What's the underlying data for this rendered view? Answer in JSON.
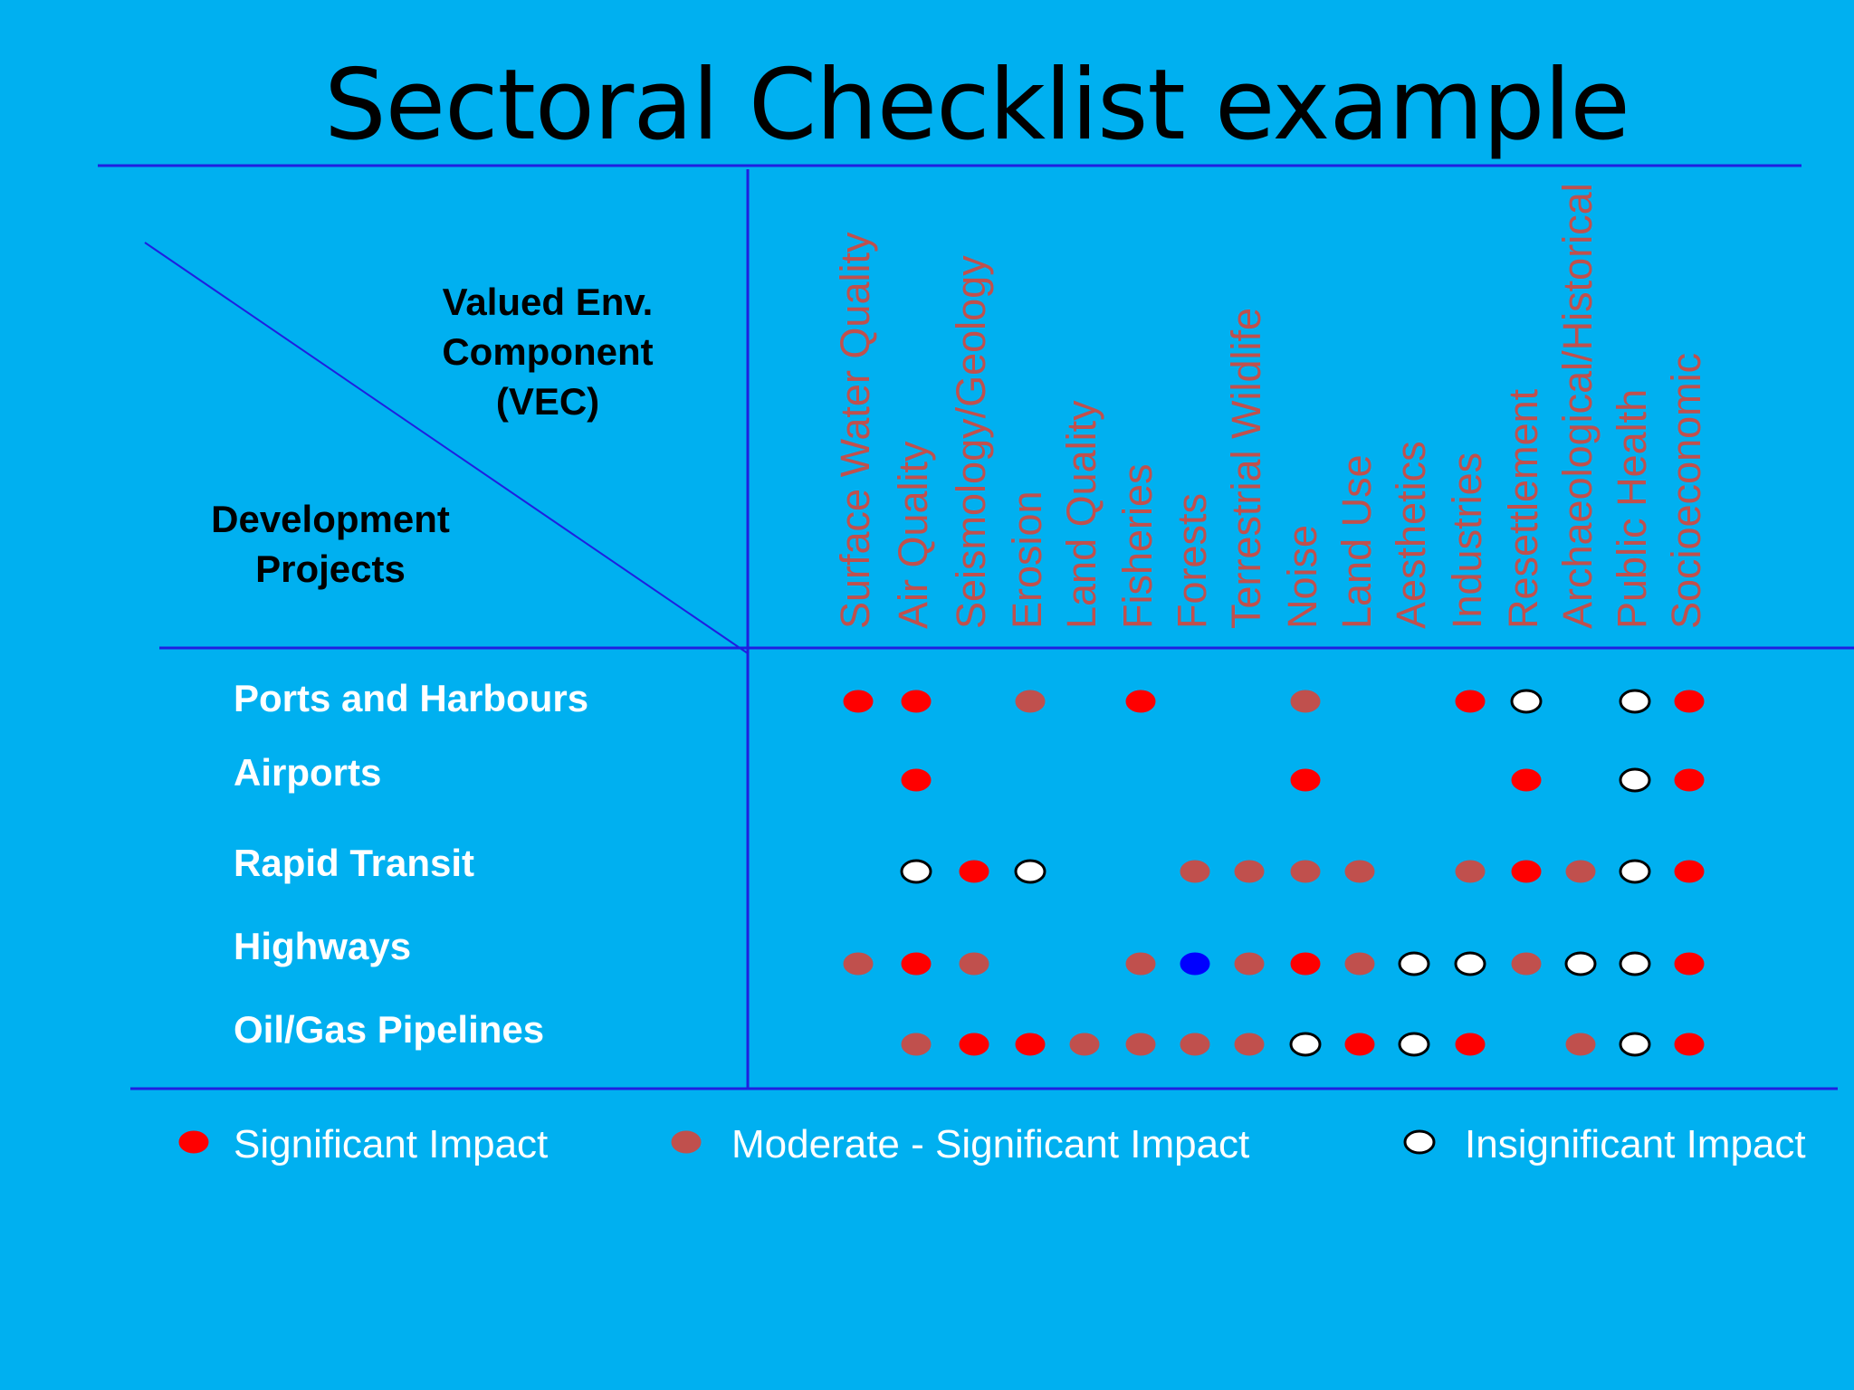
{
  "title": "Sectoral Checklist example",
  "header": {
    "vec_lines": [
      "Valued Env.",
      "Component",
      "(VEC)"
    ],
    "dev_lines": [
      "Development",
      "Projects"
    ]
  },
  "columns": [
    "Surface Water Quality",
    "Air Quality",
    "Seismology/Geology",
    "Erosion",
    "Land Quality",
    "Fisheries",
    "Forests",
    "Terrestrial Wildlife",
    "Noise",
    "Land Use",
    "Aesthetics",
    "Industries",
    "Resettlement",
    "Archaeological/Historical",
    "Public Health",
    "Socioeconomic"
  ],
  "rows": [
    {
      "label": "Ports and Harbours",
      "impacts": [
        "S",
        "S",
        "",
        "M",
        "",
        "S",
        "",
        "",
        "M",
        "",
        "",
        "S",
        "I",
        "",
        "I",
        "S"
      ]
    },
    {
      "label": "Airports",
      "impacts": [
        "",
        "S",
        "",
        "",
        "",
        "",
        "",
        "",
        "S",
        "",
        "",
        "",
        "S",
        "",
        "I",
        "S"
      ]
    },
    {
      "label": "Rapid Transit",
      "impacts": [
        "",
        "I",
        "S",
        "I",
        "",
        "",
        "M",
        "M",
        "M",
        "M",
        "",
        "M",
        "S",
        "M",
        "I",
        "S"
      ]
    },
    {
      "label": "Highways",
      "impacts": [
        "M",
        "S",
        "M",
        "",
        "",
        "M",
        "B",
        "M",
        "S",
        "M",
        "I",
        "I",
        "M",
        "I",
        "I",
        "S"
      ]
    },
    {
      "label": "Oil/Gas Pipelines",
      "impacts": [
        "",
        "M",
        "S",
        "S",
        "M",
        "M",
        "M",
        "M",
        "I",
        "S",
        "I",
        "S",
        "",
        "M",
        "I",
        "S"
      ]
    }
  ],
  "impact_styles": {
    "S": {
      "fill": "#ff0000",
      "stroke": "#ff0000"
    },
    "M": {
      "fill": "#c0504d",
      "stroke": "#c0504d"
    },
    "I": {
      "fill": "#ffffff",
      "stroke": "#000000"
    },
    "B": {
      "fill": "#0000ff",
      "stroke": "#0000ff"
    }
  },
  "legend": [
    {
      "key": "S",
      "label": "Significant Impact"
    },
    {
      "key": "M",
      "label": "Moderate - Significant Impact"
    },
    {
      "key": "I",
      "label": "Insignificant Impact"
    }
  ],
  "colors": {
    "background": "#00b0f0",
    "lines": "#1f1fe0",
    "column_text": "#c0504d"
  }
}
